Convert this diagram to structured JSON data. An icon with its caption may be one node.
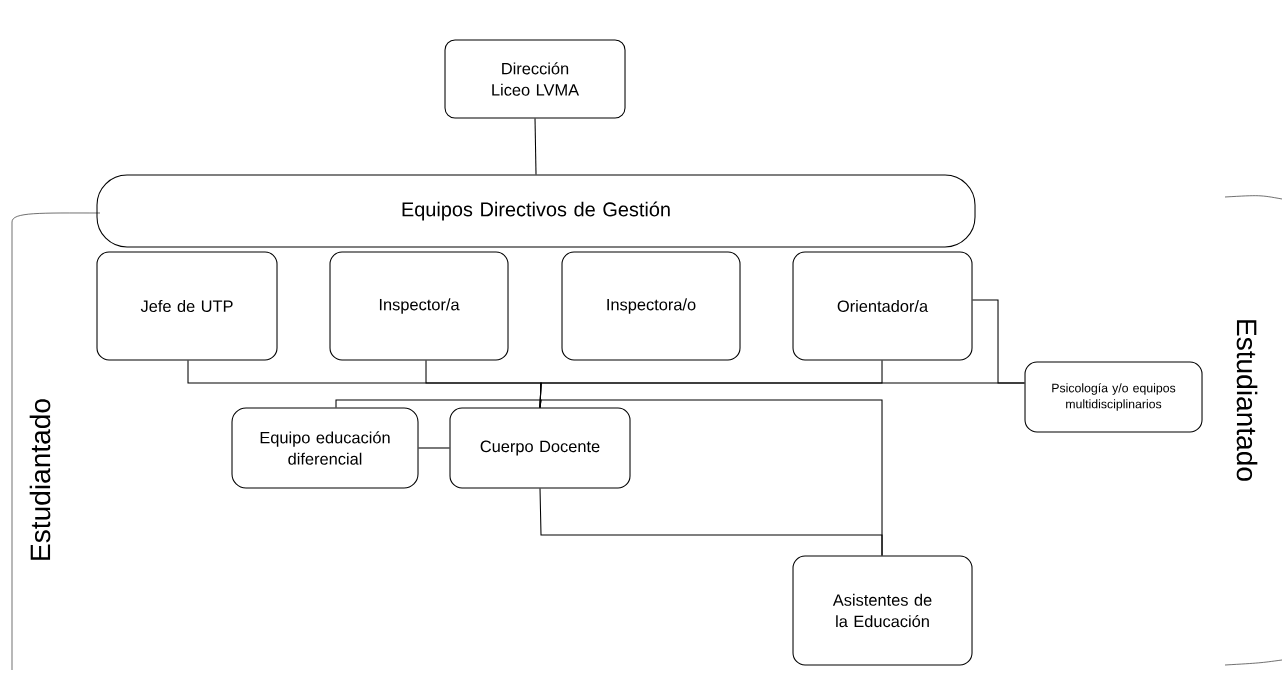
{
  "diagram": {
    "nodes": [
      {
        "text": [
          "Dirección Liceo LVMA"
        ]
      },
      {
        "text": [
          "Equipos Directivos de Gestión"
        ]
      },
      {
        "text": [
          "Jefe de UTP"
        ]
      },
      {
        "text": [
          "Inspector/a"
        ]
      },
      {
        "text": [
          "Inspectora/o"
        ]
      },
      {
        "text": [
          "Orientador/a"
        ]
      },
      {
        "text": [
          "Psicología y/o equipos multidisciplinarios"
        ]
      },
      {
        "text": [
          "Equipo educación diferencial"
        ]
      },
      {
        "text": [
          "Cuerpo Docente"
        ]
      },
      {
        "text": [
          "Asistentes de la Educación"
        ]
      }
    ],
    "edges": [
      {
        "from": 0,
        "to": 1,
        "arrow": "none"
      },
      {
        "from": 2,
        "to": 8,
        "arrow": "none"
      },
      {
        "from": 3,
        "to": 8,
        "arrow": "none"
      },
      {
        "from": 5,
        "to": 8,
        "arrow": "none"
      },
      {
        "from": 6,
        "to": 8,
        "arrow": "none"
      },
      {
        "from": 5,
        "to": 6,
        "arrow": "none"
      },
      {
        "from": 8,
        "to": 7,
        "arrow": "none"
      },
      {
        "from": 8,
        "to": 9,
        "arrow": "none"
      },
      {
        "from": 7,
        "to": 8,
        "arrow": "none"
      },
      {
        "from": 8,
        "to": 9,
        "arrow": "none"
      }
    ],
    "labels": [
      "Estudiantado",
      "Estudiantado"
    ]
  }
}
